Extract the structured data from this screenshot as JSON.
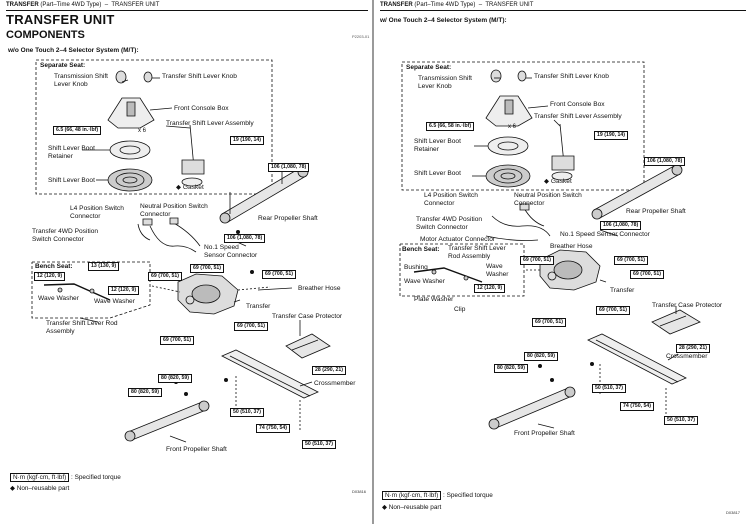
{
  "left": {
    "header": {
      "section": "TRANSFER",
      "model": "(Part–Time 4WD Type)",
      "dash": "–",
      "title": "TRANSFER UNIT"
    },
    "title": "TRANSFER UNIT",
    "components": "COMPONENTS",
    "ref": "P2203-01",
    "section": "w/o One Touch 2–4 Selector System (M/T):",
    "separate_seat": "Separate Seat:",
    "bench_seat": "Bench Seat:",
    "labels": {
      "shift_knob": "Transmission Shift\nLever Knob",
      "transfer_knob": "Transfer Shift Lever Knob",
      "console": "Front Console Box",
      "lever_assy": "Transfer Shift Lever Assembly",
      "boot_retainer": "Shift Lever Boot\nRetainer",
      "boot": "Shift Lever Boot",
      "gasket": "Gasket",
      "l4_switch": "L4 Position Switch\nConnector",
      "neutral_switch": "Neutral Position Switch\nConnector",
      "rear_shaft": "Rear Propeller Shaft",
      "tf_4wd": "Transfer 4WD Position\nSwitch Connector",
      "speed_sensor": "No.1 Speed\nSensor Connector",
      "breather": "Breather Hose",
      "wave_washer_1": "Wave Washer",
      "wave_washer_2": "Wave Washer",
      "transfer": "Transfer",
      "lever_rod": "Transfer Shift Lever Rod\nAssembly",
      "protector": "Transfer Case Protector",
      "crossmember": "Crossmember",
      "front_shaft": "Front Propeller Shaft"
    },
    "torques": {
      "t65": "6.5 (66, 48 in.·lbf)",
      "t19": "19 (190, 14)",
      "t106a": "106 (1,080, 78)",
      "t106b": "106 (1,080, 78)",
      "t12a": "12 (120, 9)",
      "t13": "13 (130, 9)",
      "t12b": "12 (120, 9)",
      "t69a": "69 (700, 51)",
      "t69b": "69 (700, 51)",
      "t69c": "69 (700, 51)",
      "t69d": "69 (700, 51)",
      "t69e": "69 (700, 51)",
      "t28": "28 (290, 21)",
      "t80a": "80 (820, 59)",
      "t80b": "80 (820, 59)",
      "t74": "74 (750, 54)",
      "t50a": "50 (510, 37)",
      "t50b": "50 (510, 37)"
    },
    "multiplier": "x 6",
    "legend": {
      "unit": "N·m (kgf·cm, ft·lbf)",
      "unit_desc": ": Specified torque",
      "symbol": "◆",
      "nonreuse": "Non–reusable part"
    },
    "code": "D03816"
  },
  "right": {
    "header": {
      "section": "TRANSFER",
      "model": "(Part–Time 4WD Type)",
      "dash": "–",
      "title": "TRANSFER UNIT"
    },
    "section": "w/ One Touch 2–4 Selector System (M/T):",
    "separate_seat": "Separate Seat:",
    "bench_seat": "Bench Seat:",
    "labels": {
      "shift_knob": "Transmission Shift\nLever Knob",
      "transfer_knob": "Transfer Shift Lever Knob",
      "console": "Front Console Box",
      "lever_assy": "Transfer Shift Lever Assembly",
      "boot_retainer": "Shift Lever Boot\nRetainer",
      "boot": "Shift Lever Boot",
      "gasket": "Gasket",
      "l4_switch": "L4 Position Switch\nConnector",
      "neutral_switch": "Neutral Position Switch\nConnector",
      "rear_shaft": "Rear Propeller Shaft",
      "tf_4wd": "Transfer 4WD Position\nSwitch Connector",
      "speed_sensor": "No.1 Speed Sensor Connector",
      "actuator": "Motor Actuator Connector",
      "breather": "Breather Hose",
      "rod_assy": "Transfer Shift Lever\nRod Assembly",
      "bushing": "Bushing",
      "wave_a": "Wave\nWasher",
      "wave_washer": "Wave Washer",
      "plate_washer": "Plate Washer",
      "clip": "Clip",
      "transfer": "Transfer",
      "protector": "Transfer Case Protector",
      "crossmember": "Crossmember",
      "front_shaft": "Front Propeller Shaft"
    },
    "torques": {
      "t65": "6.5 (66, 58 in.·lbf)",
      "t19": "19 (190, 14)",
      "t106a": "106 (1,080, 78)",
      "t106b": "106 (1,080, 78)",
      "t12": "12 (120, 9)",
      "t69a": "69 (700, 51)",
      "t69b": "69 (700, 51)",
      "t69c": "69 (700, 51)",
      "t69d": "69 (700, 51)",
      "t69e": "69 (700, 51)",
      "t28": "28 (290, 21)",
      "t80a": "80 (820, 59)",
      "t80b": "80 (820, 59)",
      "t50a": "50 (510, 37)",
      "t74": "74 (750, 54)",
      "t50b": "50 (510, 37)"
    },
    "multiplier": "x 6",
    "legend": {
      "unit": "N·m (kgf·cm, ft·lbf)",
      "unit_desc": ": Specified torque",
      "symbol": "◆",
      "nonreuse": "Non–reusable part"
    },
    "code": "D03817"
  }
}
